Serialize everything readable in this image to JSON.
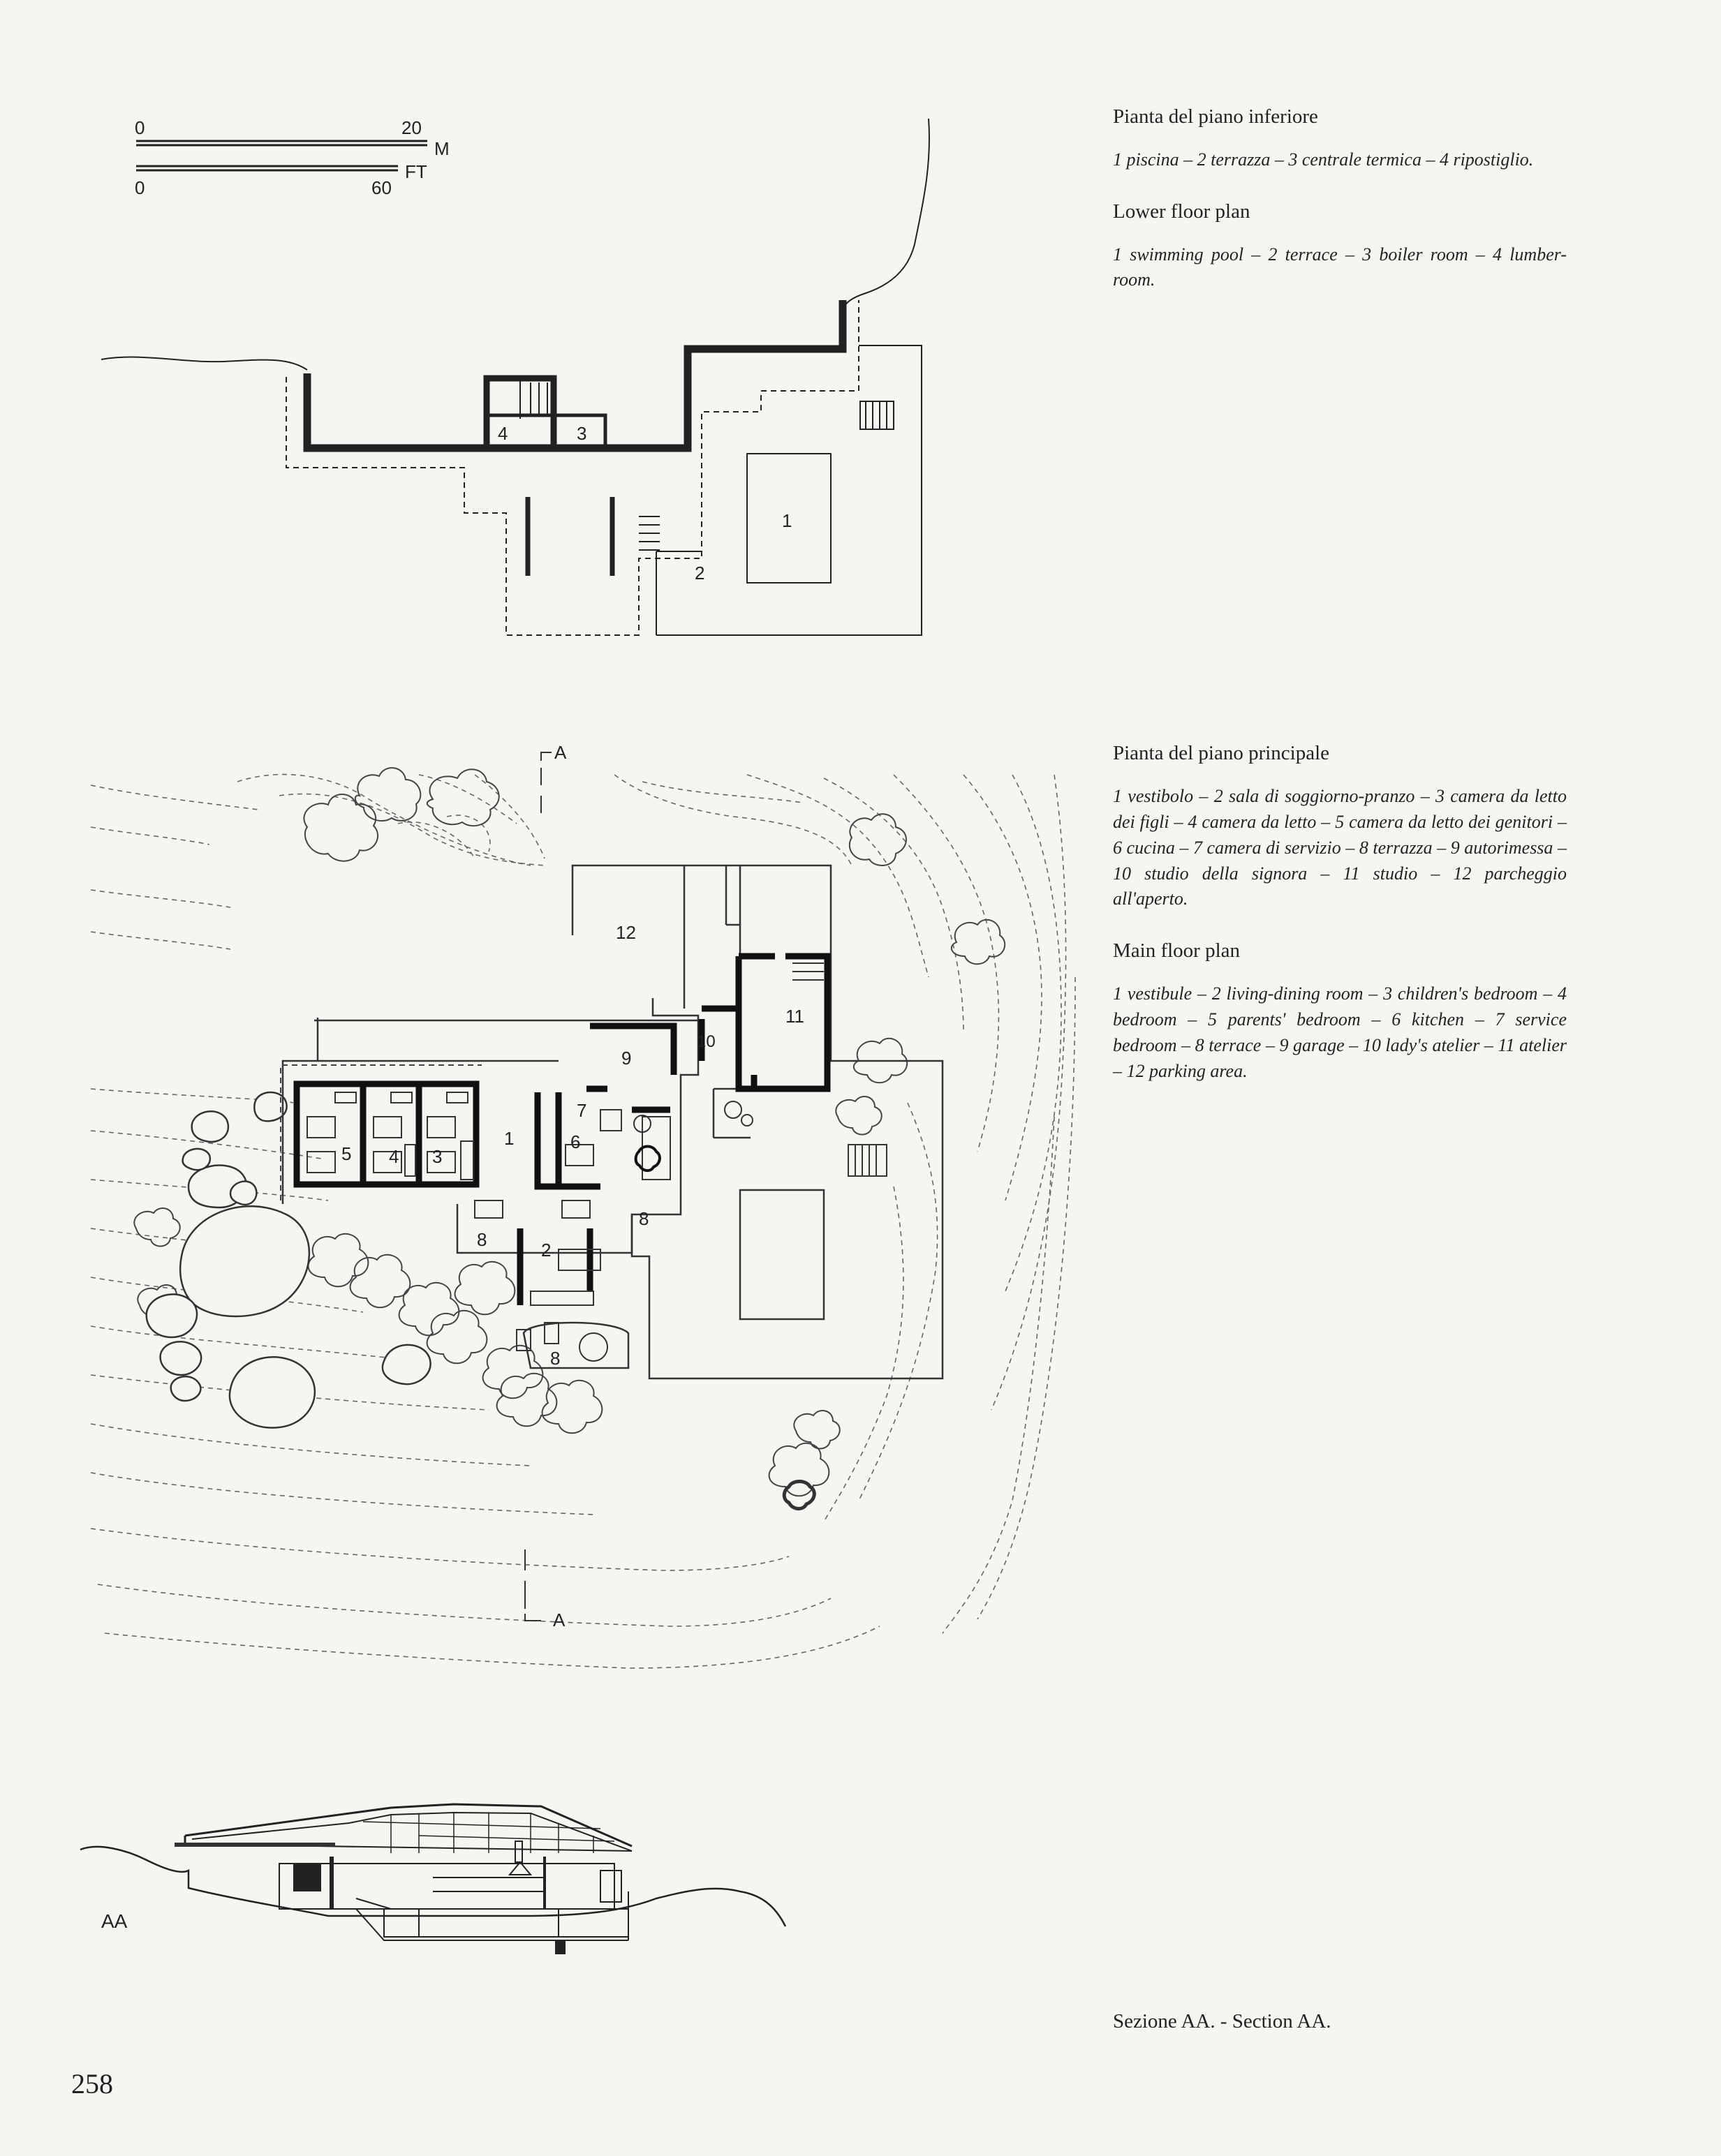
{
  "scale": {
    "m_start": "0",
    "m_end": "20",
    "m_unit": "M",
    "ft_start": "0",
    "ft_end": "60",
    "ft_unit": "FT"
  },
  "lower_plan": {
    "caption_it_title": "Pianta del piano inferiore",
    "caption_it_body": "1 piscina – 2 terrazza – 3 centrale termica – 4 ripostiglio.",
    "caption_en_title": "Lower floor plan",
    "caption_en_body": "1 swimming pool – 2 terrace – 3 boiler room – 4 lumber-room.",
    "labels": [
      "1",
      "2",
      "3",
      "4"
    ]
  },
  "main_plan": {
    "caption_it_title": "Pianta del piano principale",
    "caption_it_body": "1 vestibolo – 2 sala di soggiorno-pranzo – 3 camera da letto dei figli – 4 camera da letto – 5 camera da letto dei genitori – 6 cucina – 7 camera di servizio – 8 terrazza – 9 autorimessa – 10 studio della signora – 11 studio – 12 parcheggio all'aperto.",
    "caption_en_title": "Main floor plan",
    "caption_en_body": "1 vestibule – 2 living-dining room – 3 children's bedroom – 4 bedroom – 5 parents' bedroom – 6 kitchen – 7 service bedroom – 8 terrace – 9 garage – 10 lady's atelier – 11 atelier – 12 parking area.",
    "labels": [
      "1",
      "2",
      "3",
      "4",
      "5",
      "6",
      "7",
      "8",
      "8",
      "8",
      "9",
      "10",
      "11",
      "12"
    ],
    "section_mark": "A"
  },
  "section": {
    "label": "AA",
    "caption": "Sezione AA. - Section AA."
  },
  "page_number": "258"
}
